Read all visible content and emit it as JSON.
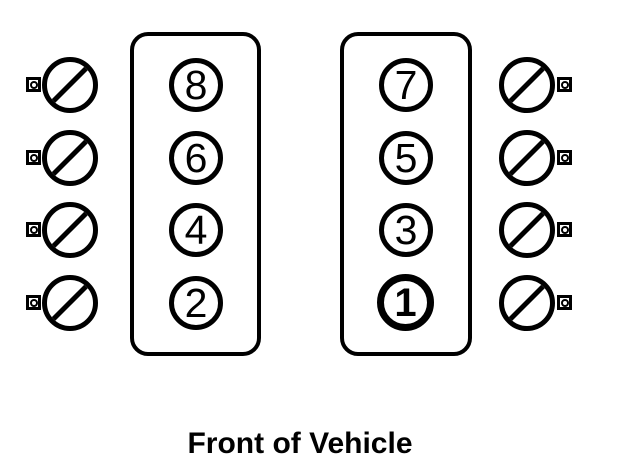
{
  "diagram": {
    "title": "Front of Vehicle",
    "banks": {
      "left": {
        "cylinders": [
          "8",
          "6",
          "4",
          "2"
        ]
      },
      "right": {
        "cylinders": [
          "7",
          "5",
          "3",
          "1"
        ]
      }
    },
    "highlighted_cylinder": "1",
    "spark_plugs_per_side": 4,
    "icons": {
      "spark_plug": "spark-plug-icon (circle with diagonal slash)",
      "terminal": "plug-terminal-icon (small square with dot)"
    },
    "colors": {
      "line": "#000000",
      "background": "#ffffff"
    }
  }
}
